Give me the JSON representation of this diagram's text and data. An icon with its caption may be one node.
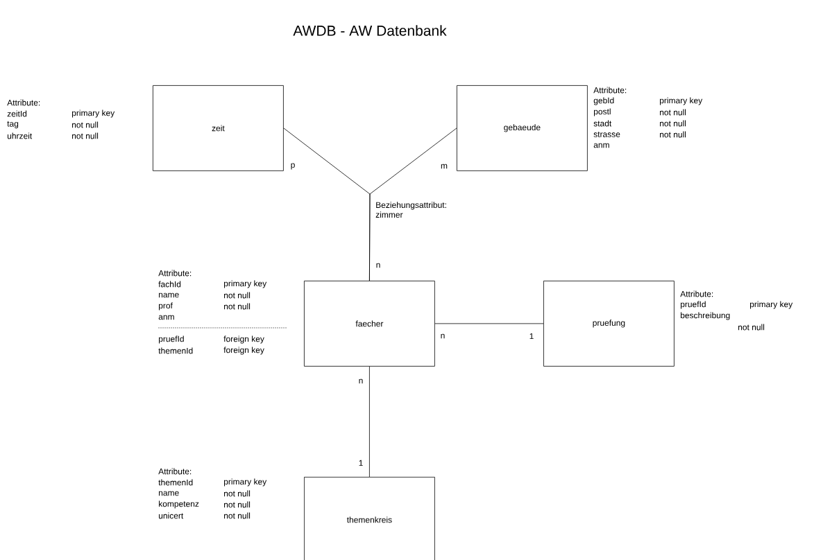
{
  "diagram": {
    "title": "AWDB - AW Datenbank",
    "nodes": [
      {
        "text": [
          "zeit"
        ],
        "beside": [
          "Attribute:",
          "zeitId",
          "primary key",
          "tag",
          "not null",
          "uhrzeit",
          "not null"
        ]
      },
      {
        "text": [
          "gebaeude"
        ],
        "beside": [
          "Attribute:",
          "gebId",
          "primary key",
          "postl",
          "not null",
          "stadt",
          "not null",
          "strasse",
          "not null",
          "anm"
        ]
      },
      {
        "text": [
          "faecher"
        ],
        "beside": [
          "Attribute:",
          "fachId",
          "primary key",
          "name",
          "not null",
          "prof",
          "not null",
          "anm",
          "pruefId",
          "foreign key",
          "themenId",
          "foreign key"
        ]
      },
      {
        "text": [
          "pruefung"
        ],
        "beside": [
          "Attribute:",
          "pruefId",
          "primary key",
          "beschreibung",
          "not null"
        ]
      },
      {
        "text": [
          "themenkreis"
        ],
        "beside": [
          "Attribute:",
          "themenId",
          "primary key",
          "name",
          "not null",
          "kompetenz",
          "not null",
          "unicert",
          "not null"
        ]
      }
    ],
    "edges": [
      {
        "from": 0,
        "to": 2,
        "arrow": "none"
      },
      {
        "from": 1,
        "to": 2,
        "arrow": "none"
      },
      {
        "from": 2,
        "to": 3,
        "arrow": "none"
      },
      {
        "from": 2,
        "to": 4,
        "arrow": "none"
      }
    ],
    "labels": [
      "p",
      "m",
      "Beziehungsattribut: zimmer",
      "n",
      "n",
      "1",
      "n",
      "1"
    ]
  }
}
